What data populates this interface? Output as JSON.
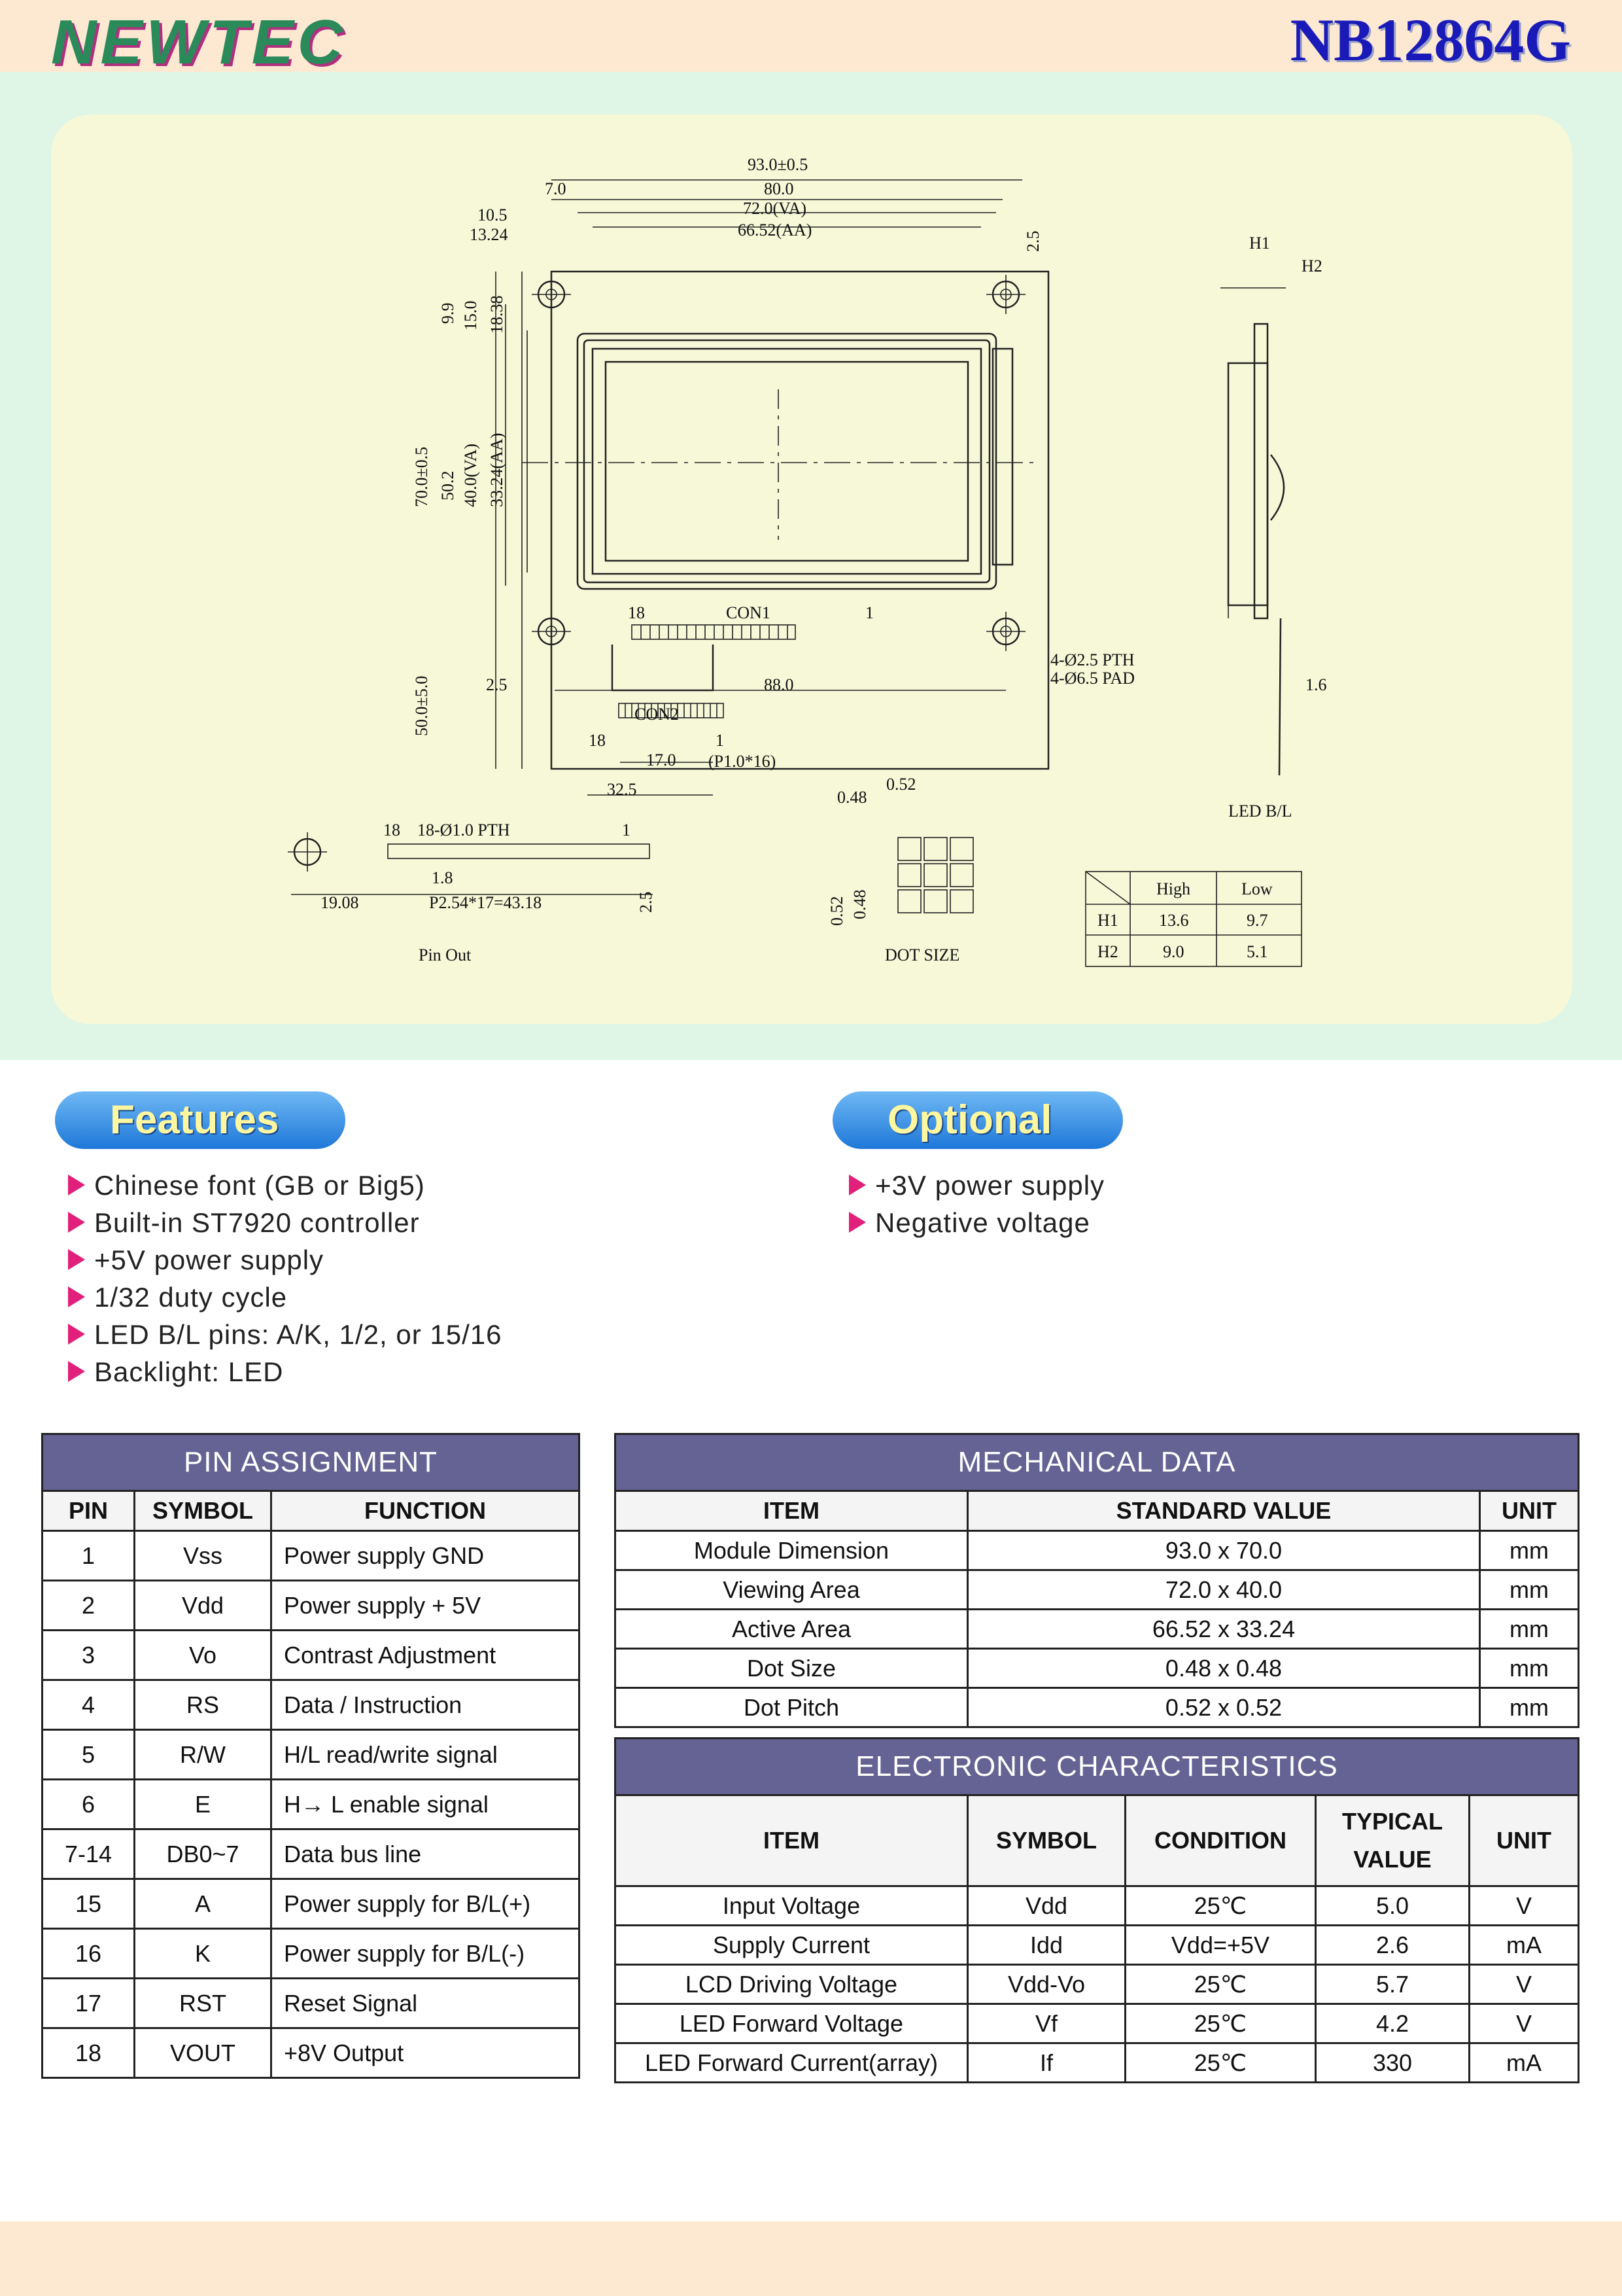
{
  "header": {
    "logo_text": "NEWTEC",
    "model": "NB12864G"
  },
  "drawing": {
    "dims": {
      "overall_w": "93.0±0.5",
      "w80": "80.0",
      "va_w": "72.0(VA)",
      "aa_w": "66.52(AA)",
      "left7": "7.0",
      "left105": "10.5",
      "left1324": "13.24",
      "top25": "2.5",
      "h99": "9.9",
      "h150": "15.0",
      "h1838": "18.38",
      "overall_h": "70.0±0.5",
      "h502": "50.2",
      "va_h": "40.0(VA)",
      "aa_h": "33.24(AA)",
      "h50": "50.0±5.0",
      "w25": "2.5",
      "w88": "88.0",
      "pin18": "18",
      "con1": "CON1",
      "pin1": "1",
      "con2": "CON2",
      "con2_18": "18",
      "con2_1": "1",
      "w170": "17.0",
      "p10": "(P1.0*16)",
      "w325": "32.5",
      "holes1": "4-Ø2.5 PTH",
      "holes2": "4-Ø6.5 PAD",
      "h1": "H1",
      "h2": "H2",
      "d16": "1.6",
      "ledbl": "LED B/L",
      "po_18": "18",
      "po_pth": "18-Ø1.0 PTH",
      "po_1": "1",
      "po_18w": "1.8",
      "po_1908": "19.08",
      "po_pitch": "P2.54*17=43.18",
      "po_25": "2.5",
      "pinout": "Pin Out",
      "ds_052": "0.52",
      "ds_048": "0.48",
      "ds_v052": "0.52",
      "ds_v048": "0.48",
      "dotsize": "DOT SIZE"
    },
    "h_table": {
      "headers": [
        "High",
        "Low"
      ],
      "rows": [
        [
          "H1",
          "13.6",
          "9.7"
        ],
        [
          "H2",
          "9.0",
          "5.1"
        ]
      ]
    }
  },
  "features": {
    "title": "Features",
    "items": [
      "Chinese font (GB or Big5)",
      "Built-in ST7920 controller",
      "+5V power supply",
      "1/32 duty cycle",
      "LED B/L pins: A/K, 1/2, or 15/16",
      "Backlight: LED"
    ]
  },
  "optional": {
    "title": "Optional",
    "items": [
      "+3V power supply",
      "Negative voltage"
    ]
  },
  "pin_assignment": {
    "title": "PIN ASSIGNMENT",
    "headers": [
      "PIN",
      "SYMBOL",
      "FUNCTION"
    ],
    "rows": [
      [
        "1",
        "Vss",
        "Power supply GND"
      ],
      [
        "2",
        "Vdd",
        "Power supply + 5V"
      ],
      [
        "3",
        "Vo",
        "Contrast Adjustment"
      ],
      [
        "4",
        "RS",
        "Data / Instruction"
      ],
      [
        "5",
        "R/W",
        "H/L read/write signal"
      ],
      [
        "6",
        "E",
        "H→ L enable signal"
      ],
      [
        "7-14",
        "DB0~7",
        "Data bus line"
      ],
      [
        "15",
        "A",
        "Power supply for B/L(+)"
      ],
      [
        "16",
        "K",
        "Power supply for B/L(-)"
      ],
      [
        "17",
        "RST",
        "Reset Signal"
      ],
      [
        "18",
        "VOUT",
        "+8V Output"
      ]
    ]
  },
  "mechanical": {
    "title": "MECHANICAL DATA",
    "headers": [
      "ITEM",
      "STANDARD VALUE",
      "UNIT"
    ],
    "rows": [
      [
        "Module Dimension",
        "93.0 x 70.0",
        "mm"
      ],
      [
        "Viewing Area",
        "72.0 x 40.0",
        "mm"
      ],
      [
        "Active Area",
        "66.52 x 33.24",
        "mm"
      ],
      [
        "Dot Size",
        "0.48 x 0.48",
        "mm"
      ],
      [
        "Dot Pitch",
        "0.52 x 0.52",
        "mm"
      ]
    ]
  },
  "electronic": {
    "title": "ELECTRONIC CHARACTERISTICS",
    "headers": [
      "ITEM",
      "SYMBOL",
      "CONDITION",
      "TYPICAL VALUE",
      "UNIT"
    ],
    "rows": [
      [
        "Input Voltage",
        "Vdd",
        "25℃",
        "5.0",
        "V"
      ],
      [
        "Supply Current",
        "Idd",
        "Vdd=+5V",
        "2.6",
        "mA"
      ],
      [
        "LCD Driving Voltage",
        "Vdd-Vo",
        "25℃",
        "5.7",
        "V"
      ],
      [
        "LED Forward Voltage",
        "Vf",
        "25℃",
        "4.2",
        "V"
      ],
      [
        "LED Forward Current(array)",
        "If",
        "25℃",
        "330",
        "mA"
      ]
    ]
  }
}
